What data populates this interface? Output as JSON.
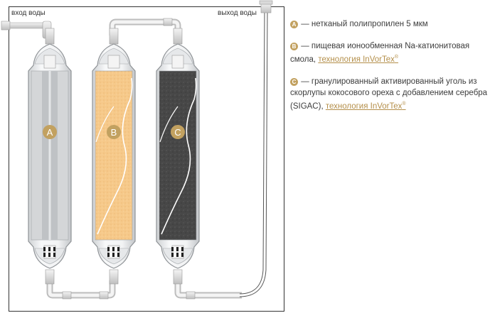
{
  "labels": {
    "water_inlet": "вход воды",
    "water_outlet": "выход воды"
  },
  "filters": [
    {
      "letter": "A",
      "media_color": "#d4d6d8"
    },
    {
      "letter": "B",
      "media_color": "#f6c98a"
    },
    {
      "letter": "C",
      "media_color": "#454545"
    }
  ],
  "legend": [
    {
      "badge": "A",
      "text": "— нетканый полипропилен 5 мкм",
      "link": ""
    },
    {
      "badge": "B",
      "text": "— пищевая ионообменная Na-катионитовая смола,",
      "link": "технология InVorTex",
      "link_mark": "®"
    },
    {
      "badge": "C",
      "text": "— гранулированный активированный уголь из скорлупы кокосового ореха с добавлением серебра (SIGAC),",
      "link": "технология InVorTex",
      "link_mark": "®"
    }
  ],
  "colors": {
    "badge": "#c2a160",
    "link": "#b48f4a",
    "frame": "#333333"
  }
}
